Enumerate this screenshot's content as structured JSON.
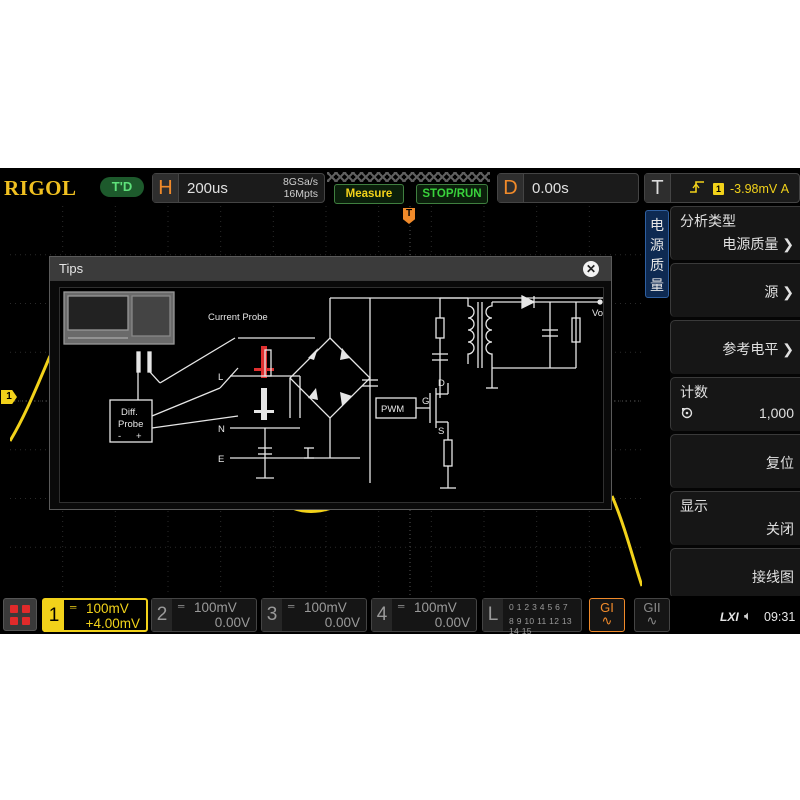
{
  "brand": {
    "logo": "RIGOL",
    "mode_badge": "T'D"
  },
  "horizontal": {
    "key": "H",
    "timebase": "200us",
    "sample_rate": "8GSa/s",
    "memory_depth": "16Mpts"
  },
  "toolbar": {
    "measure_label": "Measure",
    "stoprun_label": "STOP/RUN"
  },
  "delay": {
    "key": "D",
    "value": "0.00s"
  },
  "trigger": {
    "key": "T",
    "edge_icon": "rising-edge-icon",
    "source": "1",
    "level": "-3.98mV",
    "mode": "A"
  },
  "markers": {
    "trigger_position": "T",
    "ch1_ground": "1"
  },
  "side_tab": {
    "chars": [
      "电",
      "源",
      "质",
      "量"
    ]
  },
  "side_menu": {
    "analysis_type_title": "分析类型",
    "analysis_type_value": "电源质量",
    "source_label": "源",
    "ref_level_label": "参考电平",
    "count_title": "计数",
    "count_value": "1,000",
    "reset_label": "复位",
    "display_title": "显示",
    "display_value": "关闭",
    "wiring_label": "接线图"
  },
  "tips": {
    "title": "Tips",
    "current_probe_label": "Current Probe",
    "diff_probe_label_1": "Diff.",
    "diff_probe_label_2": "Probe",
    "diff_probe_minus": "-",
    "diff_probe_plus": "+",
    "line_l": "L",
    "line_n": "N",
    "line_e": "E",
    "pwm_label": "PWM",
    "gate_label": "G",
    "drain_label": "D",
    "source_label": "S",
    "output_label": "Vo"
  },
  "channels": [
    {
      "num": "1",
      "scale": "100mV",
      "offset": "+4.00mV",
      "active": true
    },
    {
      "num": "2",
      "scale": "100mV",
      "offset": "0.00V",
      "active": false
    },
    {
      "num": "3",
      "scale": "100mV",
      "offset": "0.00V",
      "active": false
    },
    {
      "num": "4",
      "scale": "100mV",
      "offset": "0.00V",
      "active": false
    }
  ],
  "logic": {
    "key": "L",
    "row1": "0 1 2 3  4  5  6  7",
    "row2": "8  9 10 11 12 13 14 15"
  },
  "generators": {
    "g1": "GI",
    "g2": "GII"
  },
  "status": {
    "lxi": "LXI",
    "time": "09:31"
  },
  "colors": {
    "ch1": "#f2d21a",
    "accent_orange": "#f08a2a",
    "run_green": "#39d33c",
    "menu_blue": "#0e2a52"
  }
}
